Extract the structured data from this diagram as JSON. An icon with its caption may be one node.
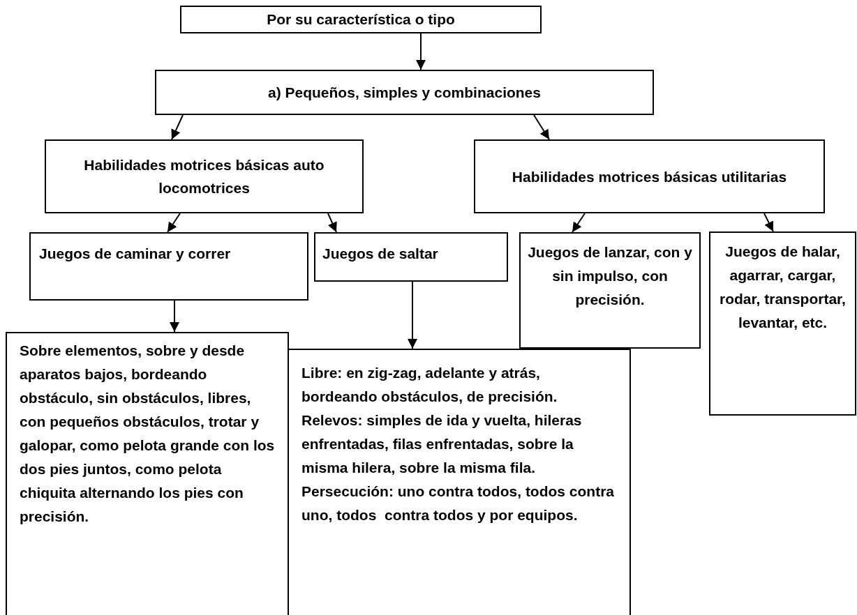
{
  "diagram": {
    "nodes": [
      {
        "text": [
          "Por su característica o tipo"
        ]
      },
      {
        "text": [
          "a) Pequeños, simples y combinaciones"
        ]
      },
      {
        "text": [
          "Habilidades motrices básicas auto locomotrices"
        ]
      },
      {
        "text": [
          "Habilidades motrices básicas utilitarias"
        ]
      },
      {
        "text": [
          "Juegos de caminar y correr"
        ]
      },
      {
        "text": [
          "Juegos de saltar"
        ]
      },
      {
        "text": [
          "Juegos de lanzar, con y sin impulso, con precisión."
        ]
      },
      {
        "text": [
          "Juegos de halar, agarrar, cargar, rodar, transportar, levantar, etc."
        ]
      },
      {
        "text": [
          "Sobre elementos, sobre y desde aparatos bajos, bordeando obstáculo, sin obstáculos, libres, con pequeños obstáculos, trotar y galopar, como pelota grande con los dos pies juntos, como pelota chiquita alternando los pies con precisión."
        ]
      },
      {
        "text": [
          "Libre: en zig-zag, adelante y atrás, bordeando obstáculos, de precisión.",
          "Relevos: simples de ida y vuelta, hileras enfrentadas, filas enfrentadas, sobre la misma hilera, sobre la misma fila.",
          "Persecución: uno contra todos, todos contra uno, todos  contra todos y por equipos."
        ]
      }
    ],
    "edges": [
      {
        "from": 0,
        "to": 1,
        "arrow": "to"
      },
      {
        "from": 1,
        "to": 2,
        "arrow": "to"
      },
      {
        "from": 1,
        "to": 3,
        "arrow": "to"
      },
      {
        "from": 2,
        "to": 4,
        "arrow": "to"
      },
      {
        "from": 2,
        "to": 5,
        "arrow": "to"
      },
      {
        "from": 3,
        "to": 6,
        "arrow": "to"
      },
      {
        "from": 3,
        "to": 7,
        "arrow": "to"
      },
      {
        "from": 4,
        "to": 8,
        "arrow": "to"
      },
      {
        "from": 5,
        "to": 9,
        "arrow": "to"
      }
    ]
  }
}
